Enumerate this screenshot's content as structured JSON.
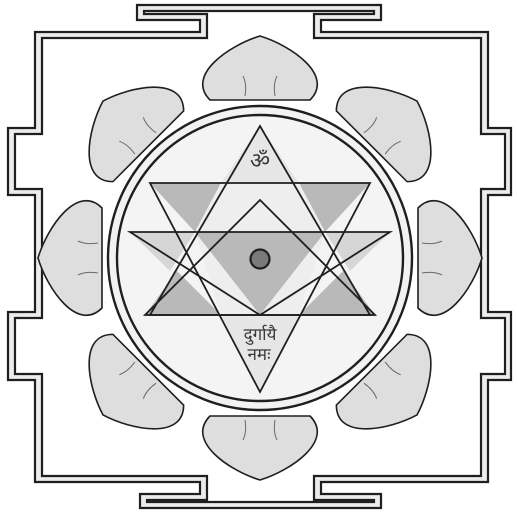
{
  "yantra": {
    "top_symbol": "ॐ",
    "mantra_line1": "दुर्गायै",
    "mantra_line2": "नमः"
  },
  "colors": {
    "background": "#ffffff",
    "frame_fill": "#ececec",
    "petal_fill": "#dedede",
    "ring_fill": "#f2f2f2",
    "light_fill": "#e6e6e6",
    "shade_fill": "#b9b9b9",
    "line": "#1f1f1f",
    "bindu": "#7a7a7a"
  }
}
